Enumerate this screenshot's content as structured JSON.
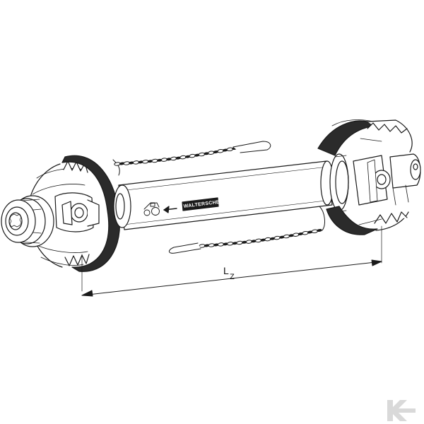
{
  "diagram": {
    "dimension_label_main": "L",
    "dimension_label_sub": "Z",
    "shaft_brand": "WALTERSCHEID",
    "direction_arrow": "arrow-left-icon",
    "tractor_icon": "tractor-icon"
  },
  "watermark": {
    "logo": "kramp-logo"
  },
  "colors": {
    "line": "#1a1a1a",
    "guard_band": "#2b2b2b",
    "watermark": "#d9d9d9"
  }
}
